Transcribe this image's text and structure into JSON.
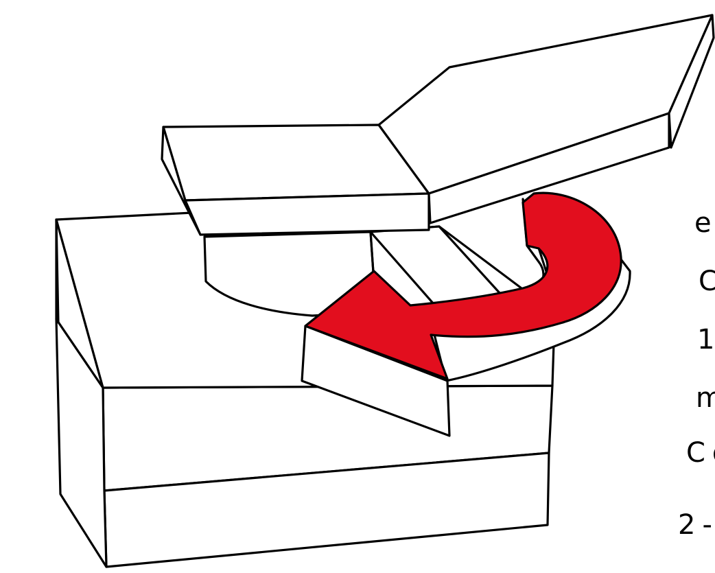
{
  "colors": {
    "ink": "#000000",
    "paper": "#ffffff",
    "arrow": "#e20e1e"
  },
  "icons": [
    "rotation-arrow-icon"
  ],
  "annotation": {
    "lines": [
      "e",
      "C",
      "1",
      "m",
      "Co",
      "2-"
    ]
  }
}
